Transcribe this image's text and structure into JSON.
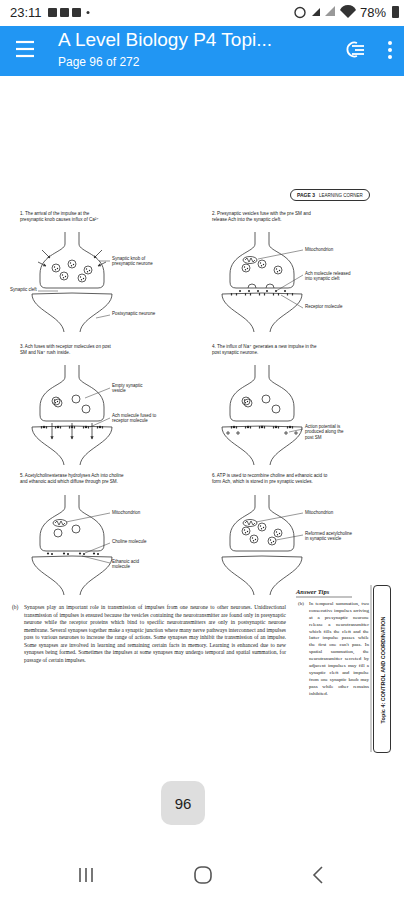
{
  "diagram": {
    "title": "A Level Biology P4 Topi...",
    "nodes": [
      {
        "text": [
          "PAGE 3",
          "LEARNING CORNER"
        ]
      },
      {
        "text": [
          "Topic 4: CONTROL AND COORDINATION"
        ]
      },
      {
        "text": [
          "96"
        ]
      }
    ],
    "labels": [
      "23:11",
      "78%",
      "Page 96 of 272",
      "1. The arrival of the impulse at the presynaptic knob causes influx of Ca²⁺",
      "Synaptic knob of presynaptic neurone",
      "Synaptic cleft",
      "Postsynaptic neurone",
      "2. Presynaptic vesicles fuse with the pre SM and release Ach into the synaptic cleft.",
      "Mitochondrion",
      "Ach molecule released into synaptic cleft",
      "Receptor molecule",
      "3. Ach fuses with receptor molecules on post SM and Na⁺ rush inside.",
      "Empty synaptic vesicle",
      "Ach molecule fused to receptor molecule",
      "4. The influx of Na⁺ generates a new impulse in the post synaptic neurone.",
      "Action potential is produced along the post SM",
      "5. Acetylcholinesterase hydrolyses Ach into choline and ethanoic acid which diffuse through pre SM.",
      "Mitochondrion",
      "Choline molecule",
      "Ethanoic acid molecule",
      "6. ATP is used to recombine choline and ethanoic acid to form Ach, which is stored in pre synaptic vesicles.",
      "Mitochondrion",
      "Reformed acetylcholine in synaptic vesicle",
      "(b)",
      "Synapses play an important role in transmission of impulses from one neurone to other neurones. Unidirectional transmission of impulses is ensured because the vesicles containing the neurotransmitter are found only in presynaptic neurone while the receptor proteins which bind to specific neurotransmitters are only in postsynaptic neurone membrane. Several synapses together make a synaptic junction where many nerve pathways interconnect and impulses pass to various neurones to increase the range of actions. Some synapses may inhibit the transmission of an impulse. Some synapses are involved in learning and remaining certain facts in memory. Learning is enhanced due to new synapses being formed. Sometimes the impulses at some synapses may undergo temporal and spatial summation, for passage of certain impulses.",
      "Answer Tips",
      "(b)",
      "In temporal summation, two consecutive impulses arriving at a presynaptic neurone release a neurotransmitter which fills the cleft and the latter impulse passes while the first one can't pass. In spatial summation, the neurotransmitter secreted by adjacent impulses may fill a synaptic cleft and impulse from one synaptic knob may pass while other remains inhibited."
    ]
  }
}
